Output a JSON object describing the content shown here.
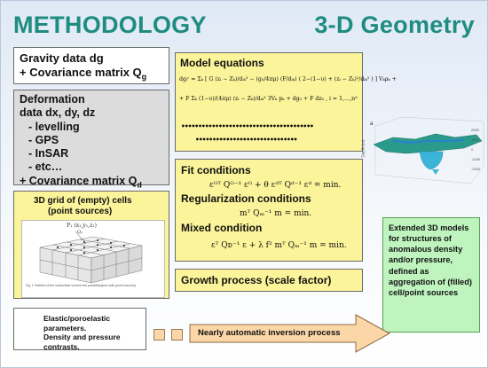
{
  "header": {
    "title_left": "METHODOLOGY",
    "title_right": "3-D Geometry"
  },
  "gravity": {
    "line1": "Gravity data dg",
    "line2": "+ Covariance matrix Q",
    "sub": "g"
  },
  "deformation": {
    "line1": "Deformation",
    "line2": "data dx, dy, dz",
    "items": [
      "- levelling",
      "- GPS",
      "- InSAR",
      "- etc…"
    ],
    "cov": "+ Covariance matrix Q",
    "sub": "d"
  },
  "grid": {
    "title1": "3D grid of (empty) cells",
    "title2": "(point sources)",
    "label": "P₁ (x₁,y₁,z₁)",
    "sublabel": "Q₁",
    "caption": "Fig. 1 Partition of the subsurface volume into parallelepiped cells (point sources)"
  },
  "params": {
    "line1": "Elastic/poroelastic",
    "line2": "parameters.",
    "line3": "Density and pressure",
    "line4": "contrasts."
  },
  "model": {
    "title": "Model equations",
    "eq_a": "dgᵢᶜ = Σₖ [ G (zᵢ − Zₖ)/dᵢₖ³ − (g₀/4πμ) (F/dᵢₖ) ( 2−(1−υ) + (zᵢ − Zₖ)²/dᵢₖ² ) ] Vₖρₖ +",
    "eq_b": "+ F Σₖ (1−υ)/(4πμ) (zᵢ − Zₖ)/dᵢₖ³  3Vₖ pₖ + dg₀ + F dz₀ ,  i = 1,…,nᵈ",
    "dots1": "•••••••••••••••••••••••••••••••••••••••",
    "dots2": "••••••••••••••••••••••••••••••"
  },
  "fit": {
    "title": "Fit conditions",
    "eq": "εᴳᵀ Qᴳ⁻¹ εᴳ + θ εᵈᵀ Qᵈ⁻¹ εᵈ = min.",
    "reg_title": "Regularization conditions",
    "reg_eq": "mᵀ Qₘ⁻¹ m = min.",
    "mixed_title": "Mixed condition",
    "mixed_eq": "εᵀ Qᴅ⁻¹ ε + λ f² mᵀ Qₘ⁻¹ m = min."
  },
  "growth": {
    "label": "Growth process (scale factor)"
  },
  "inversion": {
    "label": "Nearly automatic inversion process"
  },
  "result": {
    "text": "Extended 3D models for structures of anomalous density and/or pressure, defined as aggregation of (filled) cell/point sources"
  },
  "plot3d": {
    "panel_label": "a",
    "axis_label": "Depth (m)",
    "ticks": [
      "2000",
      "1000",
      "0",
      "-1000",
      "-2000"
    ]
  },
  "colors": {
    "title": "#1f8c80",
    "yellow": "#fbf49a",
    "grey": "#dcdcdc",
    "green": "#bff4bf",
    "arrow": "#fbd7a8"
  }
}
